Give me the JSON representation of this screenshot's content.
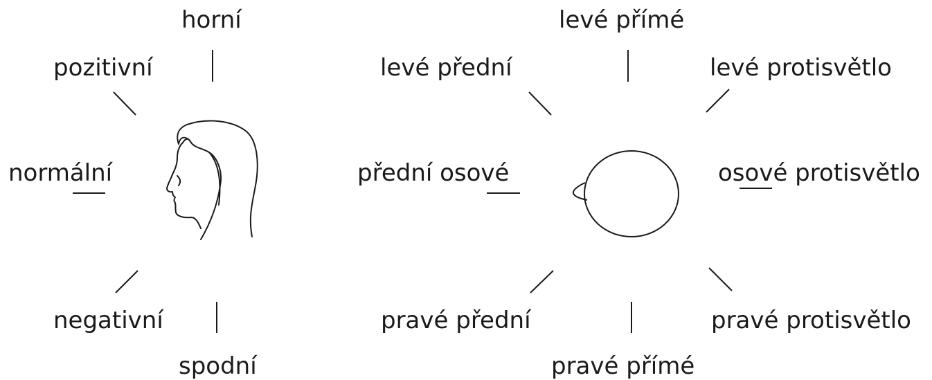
{
  "colors": {
    "ink": "#1a1a1a",
    "background": "#ffffff"
  },
  "side_view": {
    "top": "horní",
    "positive": "pozitivní",
    "normal": "normální",
    "negative": "negativní",
    "bottom": "spodní",
    "figure_icon": "head-profile-icon"
  },
  "top_view": {
    "left_direct": "levé přímé",
    "left_front": "levé přední",
    "left_back": "levé protisvětlo",
    "front_axial": "přední osové",
    "axial_back": "osové protisvětlo",
    "right_front": "pravé přední",
    "right_back": "pravé protisvětlo",
    "right_direct": "pravé přímé",
    "figure_icon": "head-top-view-icon"
  }
}
